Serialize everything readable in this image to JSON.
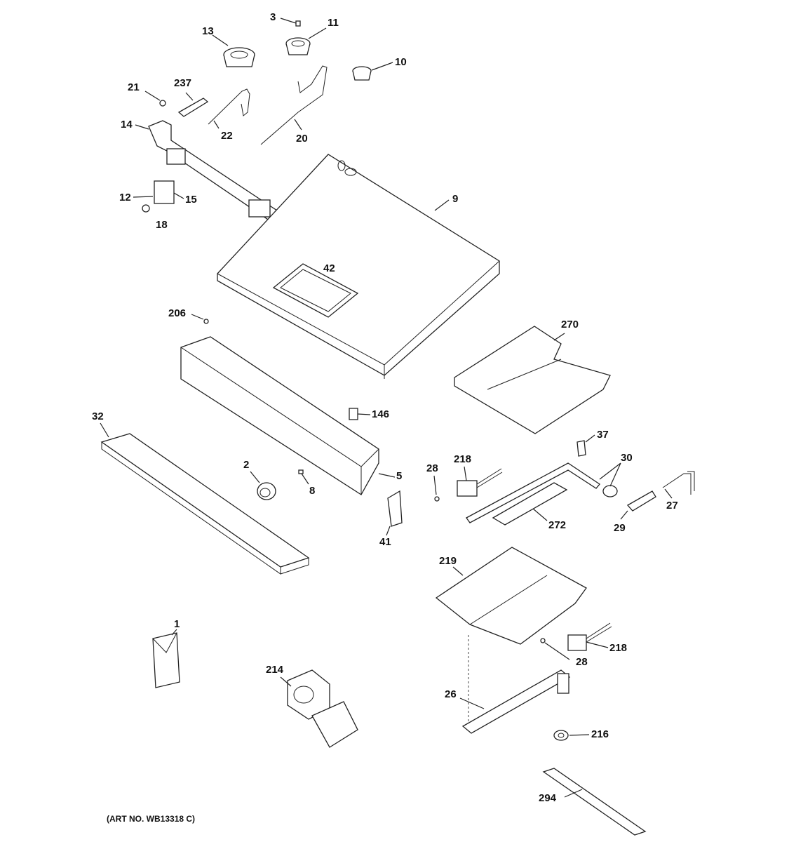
{
  "caption": "(ART NO. WB13318 C)",
  "callouts": [
    {
      "id": "3",
      "label": "3"
    },
    {
      "id": "11",
      "label": "11"
    },
    {
      "id": "13",
      "label": "13"
    },
    {
      "id": "10",
      "label": "10"
    },
    {
      "id": "21",
      "label": "21"
    },
    {
      "id": "237",
      "label": "237"
    },
    {
      "id": "14",
      "label": "14"
    },
    {
      "id": "22",
      "label": "22"
    },
    {
      "id": "20",
      "label": "20"
    },
    {
      "id": "12",
      "label": "12"
    },
    {
      "id": "15",
      "label": "15"
    },
    {
      "id": "18",
      "label": "18"
    },
    {
      "id": "9",
      "label": "9"
    },
    {
      "id": "42",
      "label": "42"
    },
    {
      "id": "206",
      "label": "206"
    },
    {
      "id": "270",
      "label": "270"
    },
    {
      "id": "146",
      "label": "146"
    },
    {
      "id": "32",
      "label": "32"
    },
    {
      "id": "37",
      "label": "37"
    },
    {
      "id": "2",
      "label": "2"
    },
    {
      "id": "5",
      "label": "5"
    },
    {
      "id": "8",
      "label": "8"
    },
    {
      "id": "28a",
      "label": "28"
    },
    {
      "id": "218a",
      "label": "218"
    },
    {
      "id": "30",
      "label": "30"
    },
    {
      "id": "27",
      "label": "27"
    },
    {
      "id": "29",
      "label": "29"
    },
    {
      "id": "272",
      "label": "272"
    },
    {
      "id": "41",
      "label": "41"
    },
    {
      "id": "219",
      "label": "219"
    },
    {
      "id": "1",
      "label": "1"
    },
    {
      "id": "218b",
      "label": "218"
    },
    {
      "id": "28b",
      "label": "28"
    },
    {
      "id": "214",
      "label": "214"
    },
    {
      "id": "26",
      "label": "26"
    },
    {
      "id": "216",
      "label": "216"
    },
    {
      "id": "294",
      "label": "294"
    }
  ]
}
